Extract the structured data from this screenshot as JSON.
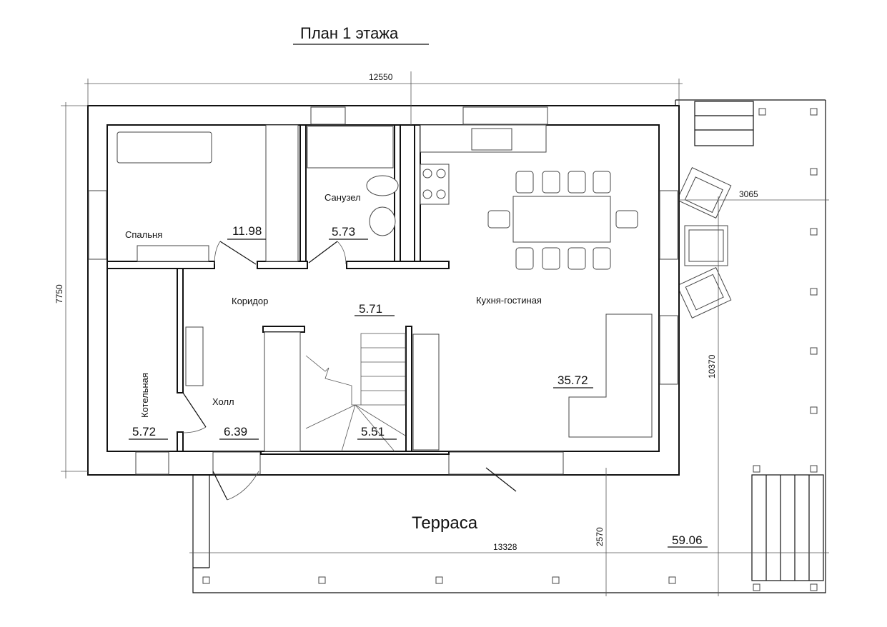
{
  "title": "План 1 этажа",
  "dimensions": {
    "width_top": "12550",
    "height_left": "7750",
    "terrace_right": "10370",
    "terrace_side": "3065",
    "terrace_depth": "2570",
    "terrace_width": "13328"
  },
  "rooms": {
    "bedroom": {
      "label": "Спальня",
      "area": "11.98"
    },
    "bathroom": {
      "label": "Санузел",
      "area": "5.73"
    },
    "corridor": {
      "label": "Коридор",
      "area": "5.71"
    },
    "kitchen": {
      "label": "Кухня-гостиная",
      "area": "35.72"
    },
    "boiler": {
      "label": "Котельная",
      "area": "5.72"
    },
    "hall": {
      "label": "Холл",
      "area": "6.39"
    },
    "stairs": {
      "area": "5.51"
    },
    "terrace": {
      "label": "Терраса",
      "area": "59.06"
    }
  }
}
